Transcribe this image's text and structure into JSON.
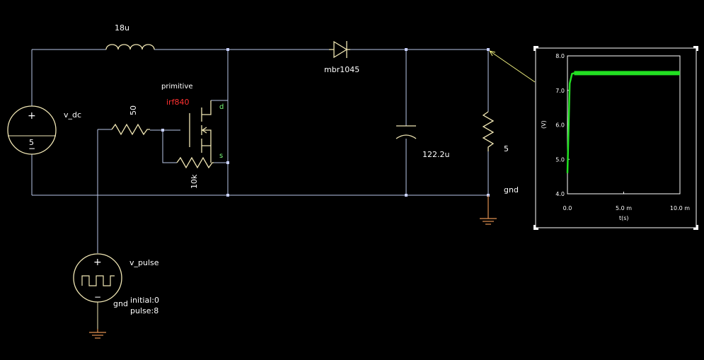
{
  "colors": {
    "wire": "#b9c6e8",
    "component": "#f0e6b4",
    "node": "#c8d0ff",
    "label": "#ffffff",
    "model_label": "#ff3030",
    "pin_label": "#7cff7c",
    "ground": "#e09050",
    "trace": "#22e022",
    "probe": "#f0f080"
  },
  "components": {
    "inductor": {
      "value": "18u"
    },
    "diode": {
      "model": "mbr1045"
    },
    "mosfet": {
      "type": "primitive",
      "model": "irf840",
      "drain_pin": "d",
      "source_pin": "s"
    },
    "gate_resistor": {
      "value": "50"
    },
    "pulldown_resistor": {
      "value": "10k"
    },
    "capacitor": {
      "value": "122.2u"
    },
    "load_resistor": {
      "value": "5"
    },
    "v_dc": {
      "name": "v_dc",
      "value": "5",
      "plus": "+",
      "minus": "−"
    },
    "v_pulse": {
      "name": "v_pulse",
      "ground": "gnd",
      "initial": "initial:0",
      "pulse": "pulse:8",
      "plus": "+",
      "minus": "−"
    },
    "ground_label": {
      "text": "gnd"
    }
  },
  "chart_data": {
    "type": "line",
    "xlabel": "t(s)",
    "ylabel": "(V)",
    "xlim": [
      0,
      0.01
    ],
    "ylim": [
      4.0,
      8.0
    ],
    "x_ticks": [
      "0.0",
      "5.0 m",
      "10.0 m"
    ],
    "y_ticks": [
      "4.0",
      "5.0",
      "6.0",
      "7.0",
      "8.0"
    ],
    "series": [
      {
        "x": [
          0.0,
          0.0002,
          0.0004,
          0.0006,
          0.01
        ],
        "y": [
          4.6,
          7.2,
          7.48,
          7.5,
          7.5
        ]
      }
    ]
  }
}
